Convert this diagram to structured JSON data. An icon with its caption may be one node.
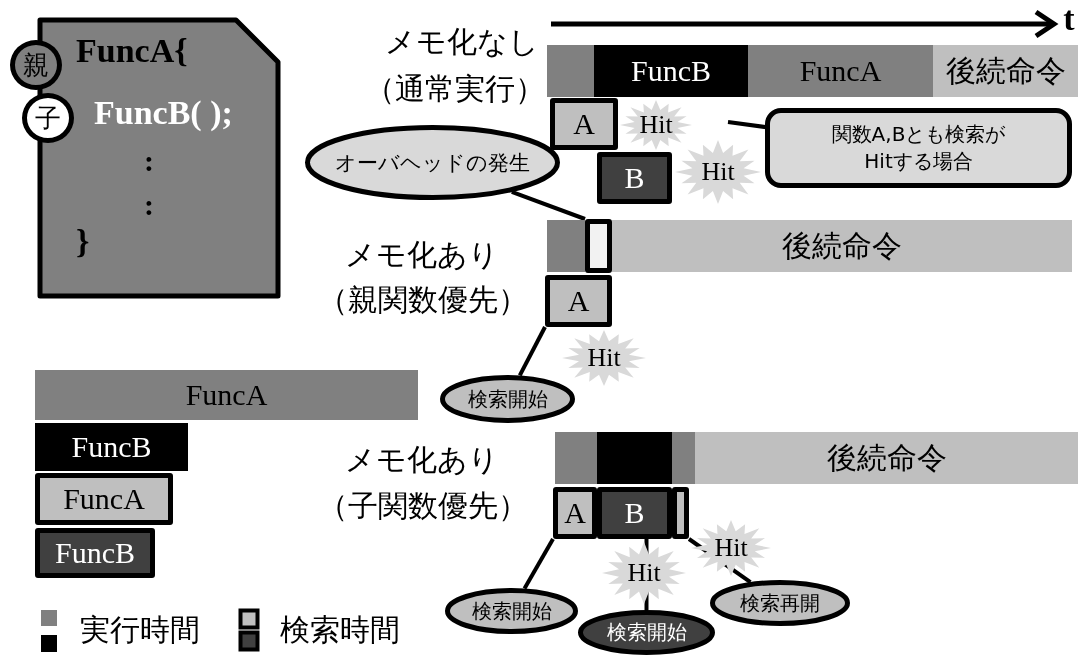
{
  "diagram": {
    "nodes": [
      {
        "text": [
          "FuncA{",
          "FuncB( );",
          ":",
          ":",
          "}"
        ]
      },
      {
        "text": [
          "親"
        ]
      },
      {
        "text": [
          "子"
        ]
      },
      {
        "text": [],
        "shape": "bar"
      },
      {
        "text": [
          "FuncB"
        ]
      },
      {
        "text": [
          "FuncA"
        ]
      },
      {
        "text": [
          "後続命令"
        ]
      },
      {
        "text": [
          "A"
        ]
      },
      {
        "text": [
          "Hit"
        ]
      },
      {
        "text": [
          "B"
        ]
      },
      {
        "text": [
          "Hit"
        ]
      },
      {
        "text": [
          "関数A,Bとも検索がHitする場合"
        ]
      },
      {
        "text": [
          "オーバヘッドの発生"
        ]
      },
      {
        "text": [],
        "shape": "bar"
      },
      {
        "text": [],
        "shape": "box"
      },
      {
        "text": [
          "後続命令"
        ]
      },
      {
        "text": [
          "A"
        ]
      },
      {
        "text": [
          "Hit"
        ]
      },
      {
        "text": [
          "検索開始"
        ]
      },
      {
        "text": [
          "FuncA"
        ]
      },
      {
        "text": [
          "FuncB"
        ]
      },
      {
        "text": [
          "FuncA"
        ]
      },
      {
        "text": [
          "FuncB"
        ]
      },
      {
        "text": [],
        "shape": "bar"
      },
      {
        "text": [],
        "shape": "bar"
      },
      {
        "text": [],
        "shape": "bar"
      },
      {
        "text": [
          "後続命令"
        ]
      },
      {
        "text": [
          "A"
        ]
      },
      {
        "text": [
          "B"
        ]
      },
      {
        "text": [],
        "shape": "box"
      },
      {
        "text": [
          "Hit"
        ]
      },
      {
        "text": [
          "Hit"
        ]
      },
      {
        "text": [
          "検索開始"
        ]
      },
      {
        "text": [
          "検索開始"
        ]
      },
      {
        "text": [
          "検索再開"
        ]
      }
    ],
    "edges": [
      {
        "from": 11,
        "to": null,
        "arrow": "none"
      },
      {
        "from": 12,
        "to": 14,
        "arrow": "none"
      },
      {
        "from": 18,
        "to": 16,
        "arrow": "none"
      },
      {
        "from": 32,
        "to": 27,
        "arrow": "none"
      },
      {
        "from": 33,
        "to": 28,
        "arrow": "none"
      },
      {
        "from": 34,
        "to": 29,
        "arrow": "none"
      }
    ],
    "labels": [
      "t",
      "メモ化なし",
      "（通常実行）",
      "メモ化あり",
      "（親関数優先）",
      "メモ化あり",
      "（子関数優先）"
    ],
    "legend": [
      {
        "text": "実行時間"
      },
      {
        "text": "検索時間"
      }
    ]
  }
}
